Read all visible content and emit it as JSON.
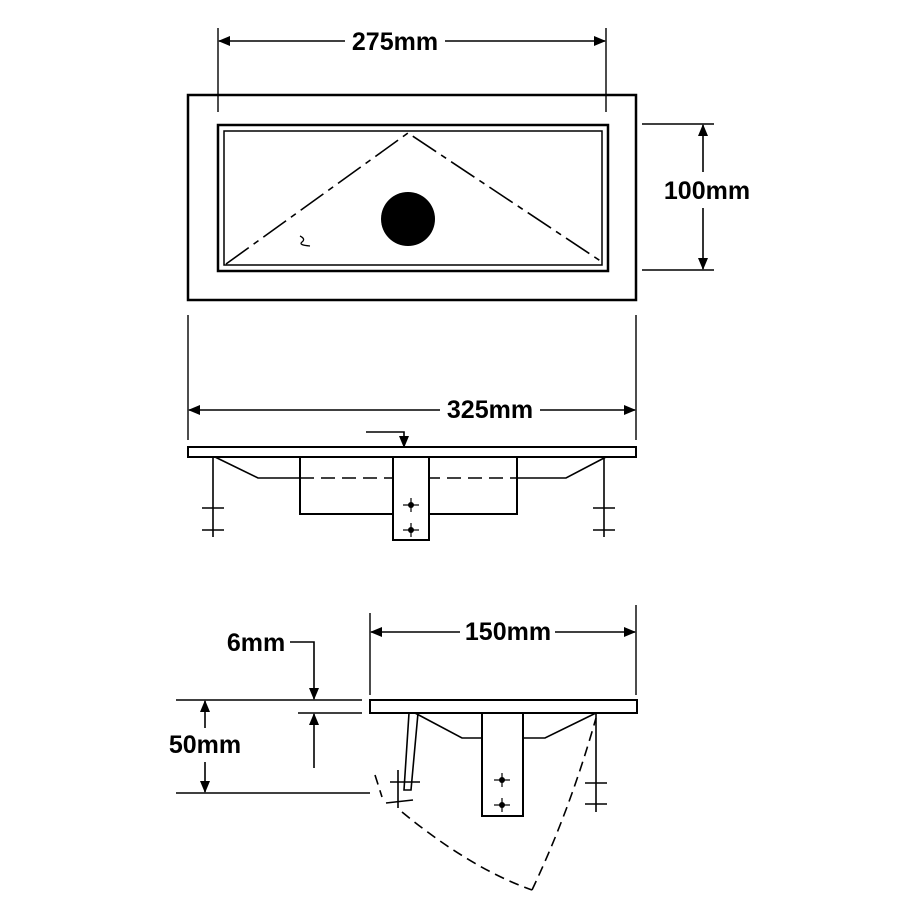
{
  "colors": {
    "line": "#000000",
    "background": "#ffffff"
  },
  "dimensions": {
    "top_width": "275mm",
    "top_height": "100mm",
    "overall_width": "325mm",
    "depth": "150mm",
    "thickness": "6mm",
    "height": "50mm"
  }
}
